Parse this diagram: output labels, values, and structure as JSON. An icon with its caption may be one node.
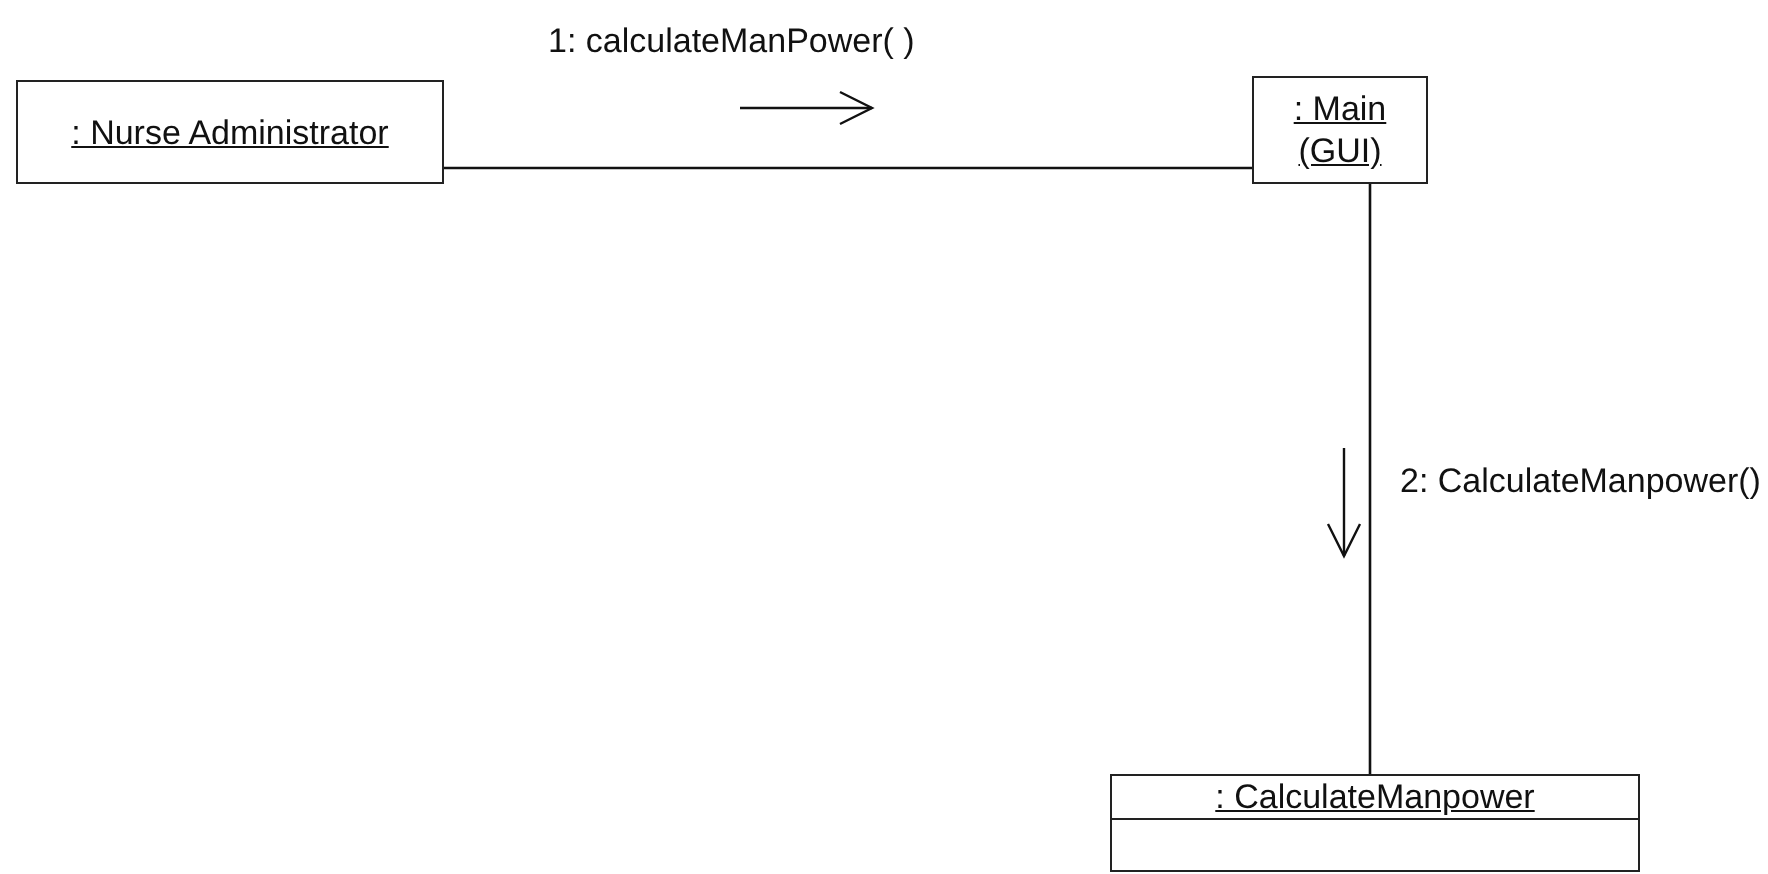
{
  "diagram": {
    "nodes": [
      {
        "text": [
          ": Nurse Administrator"
        ]
      },
      {
        "text": [
          ": Main (GUI)"
        ]
      },
      {
        "text": [
          ": CalculateManpower"
        ]
      }
    ],
    "edges": [
      {
        "from": 0,
        "to": 1,
        "arrow": "none",
        "label": "1: calculateManPower( )"
      },
      {
        "from": 1,
        "to": 2,
        "arrow": "none",
        "label": "2: CalculateManpower()"
      }
    ]
  }
}
